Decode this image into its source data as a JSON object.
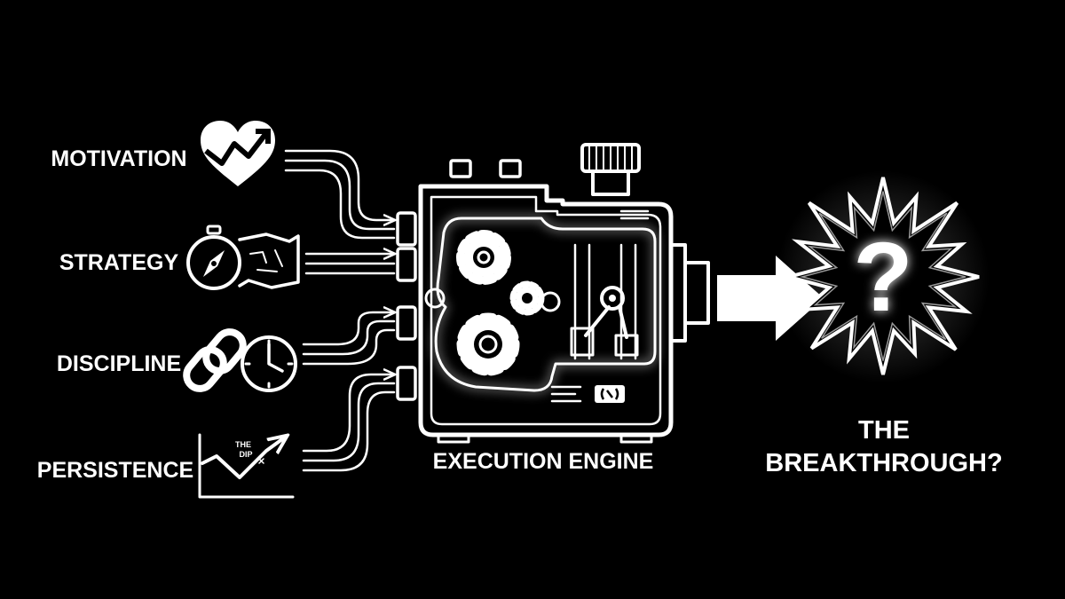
{
  "inputs": [
    {
      "label": "MOTIVATION",
      "icon": "heart-trend-icon"
    },
    {
      "label": "STRATEGY",
      "icon": "compass-map-icon"
    },
    {
      "label": "DISCIPLINE",
      "icon": "chain-clock-icon"
    },
    {
      "label": "PERSISTENCE",
      "icon": "dip-chart-icon"
    }
  ],
  "dip_chart": {
    "annotation_top": "THE",
    "annotation_bottom": "DIP"
  },
  "engine": {
    "label": "EXECUTION ENGINE",
    "icon": "engine-icon"
  },
  "output": {
    "title_line1": "THE",
    "title_line2": "BREAKTHROUGH?",
    "symbol": "?",
    "icon": "starburst-question-icon"
  },
  "colors": {
    "background": "#000000",
    "foreground": "#ffffff"
  }
}
